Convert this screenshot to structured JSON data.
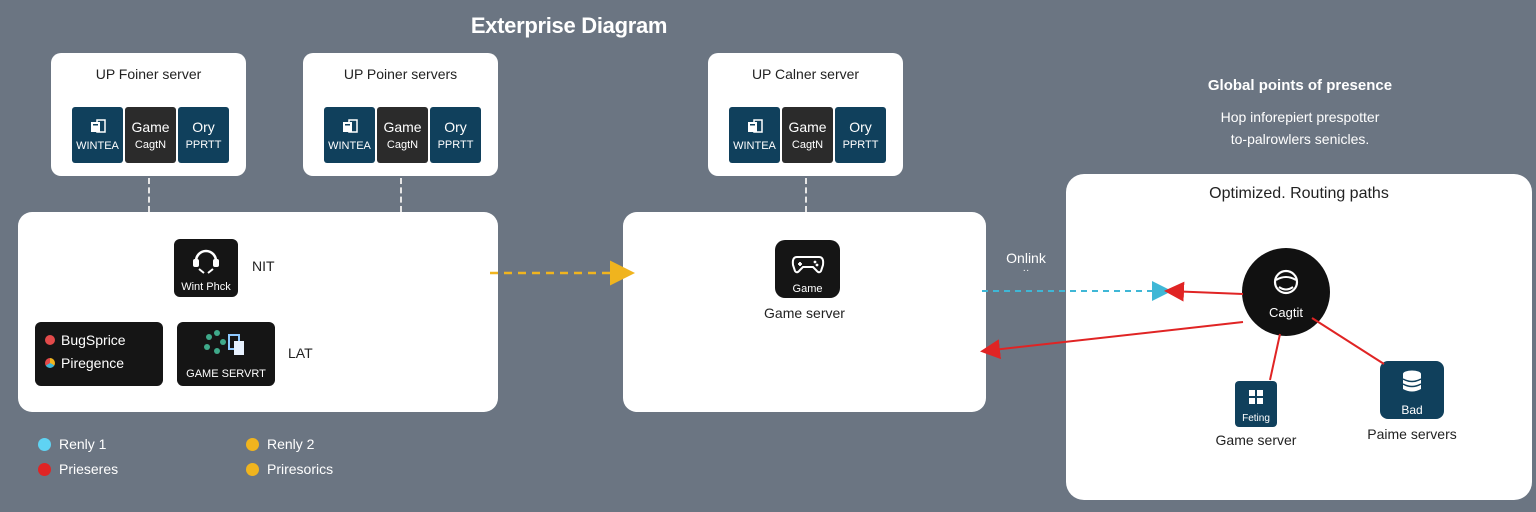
{
  "title": "Exterprise Diagram",
  "top_cards": [
    {
      "title": "UP Foiner server",
      "chips": [
        {
          "top": "",
          "bottom": "WINTEA"
        },
        {
          "top": "Game",
          "bottom": "Cagt​N"
        },
        {
          "top": "Ory",
          "bottom": "PPRTT"
        }
      ]
    },
    {
      "title": "UP Poiner servers",
      "chips": [
        {
          "top": "",
          "bottom": "WINTEA"
        },
        {
          "top": "Game",
          "bottom": "Cagt​N"
        },
        {
          "top": "Ory",
          "bottom": "PPRTT"
        }
      ]
    },
    {
      "title": "UP Calner server",
      "chips": [
        {
          "top": "",
          "bottom": "WINTEA"
        },
        {
          "top": "Game",
          "bottom": "Cagt​N"
        },
        {
          "top": "Ory",
          "bottom": "PPRTT"
        }
      ]
    }
  ],
  "left_box": {
    "tile1_label": "Wint Phck",
    "tile1_side": "NIT",
    "tile2_line1": "BugSprice",
    "tile2_line2": "Piregence",
    "tile3_label": "GAME SERVRT",
    "tile3_side": "LAT"
  },
  "middle_box": {
    "icon_label": "Game",
    "caption": "Game server"
  },
  "right_panel": {
    "heading": "Global points of presence",
    "sub_line1": "Hop inforepiert prespotter",
    "sub_line2": "to-palrowlers senicles.",
    "box_title": "Optimized. Routing paths",
    "hub_label": "Cagtit",
    "node1_icon_label": "Feting",
    "node1_caption": "Game server",
    "node2_icon_label": "Bad",
    "node2_caption": "Paime servers",
    "link_label": "Onlink",
    "link_sub": "··"
  },
  "legend": [
    {
      "label": "Renly 1",
      "color": "#5fd3f3"
    },
    {
      "label": "Renly 2",
      "color": "#f0b41e"
    },
    {
      "label": "Prieseres",
      "color": "#e02424"
    },
    {
      "label": "Priresorics",
      "color": "#f0b41e"
    }
  ],
  "colors": {
    "background": "#6b7582",
    "chip_blue": "#10405c",
    "chip_dark": "#2b2b2b",
    "dash_yellow": "#f0b41e",
    "dash_cyan": "#3fb7d6",
    "arrow_red": "#e02424"
  },
  "icons": {
    "chip1": "server-rack-icon",
    "tile1": "headset-icon",
    "tile3": "network-icon",
    "middle": "gamepad-icon",
    "hub": "globe-icon",
    "node1": "windows-icon",
    "node2": "database-icon"
  }
}
